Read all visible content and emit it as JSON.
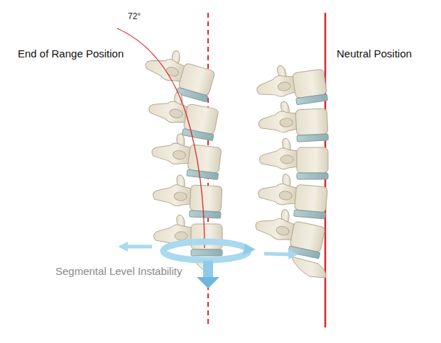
{
  "diagram": {
    "labels": [
      "72°",
      "End of Range Position",
      "Neutral Position",
      "Segmental Level Instability"
    ]
  }
}
